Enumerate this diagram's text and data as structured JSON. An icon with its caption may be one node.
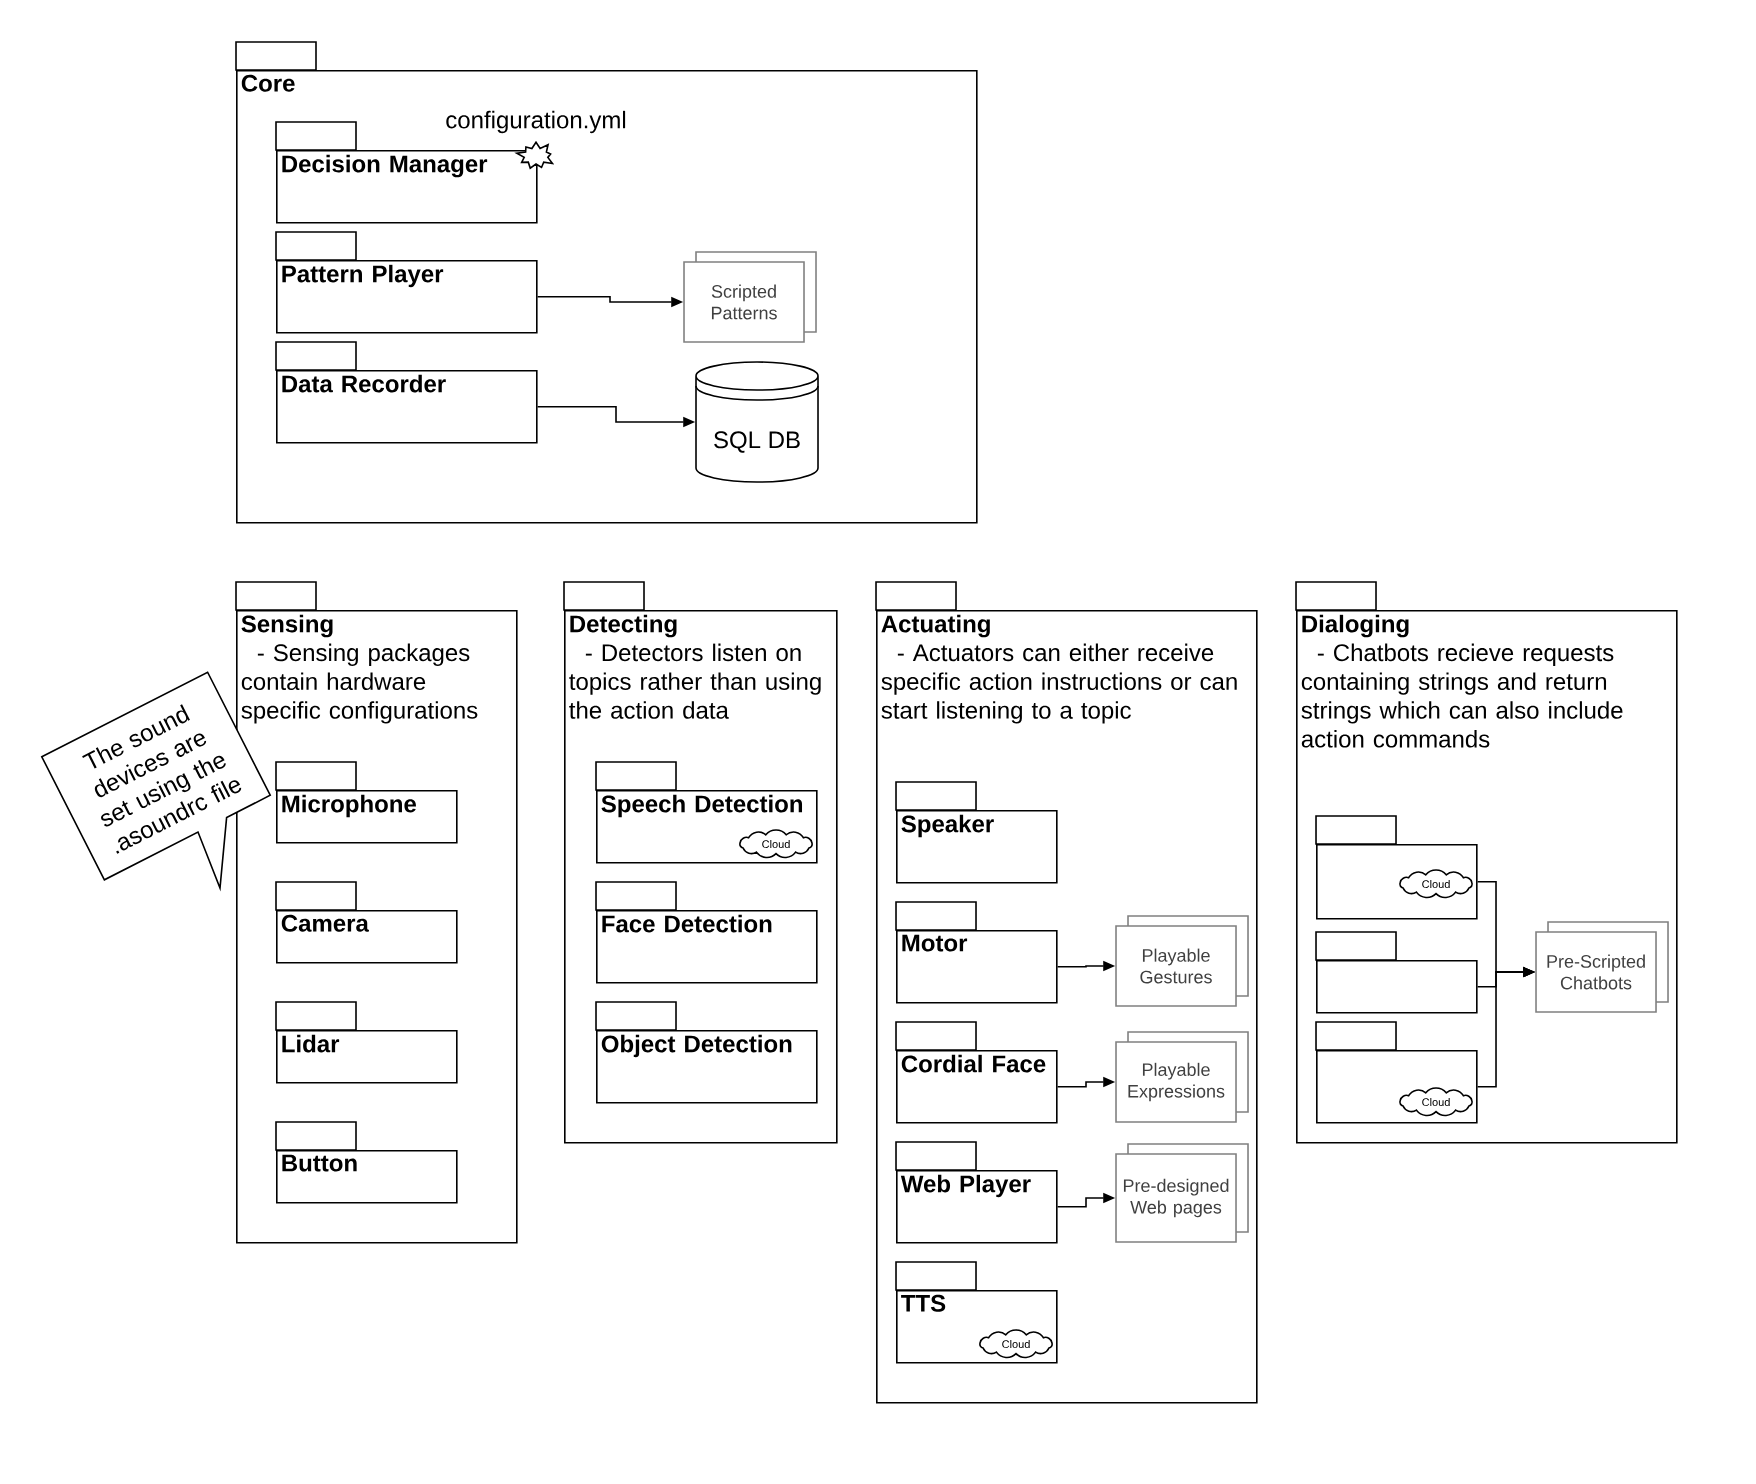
{
  "diagram": {
    "nodes": [
      {
        "text": [
          "Core"
        ]
      },
      {
        "text": [
          "Decision Manager"
        ],
        "in": 0
      },
      {
        "text": [],
        "shape": "starburst",
        "in": 0,
        "beside": [
          "configuration.yml"
        ]
      },
      {
        "text": [
          "Pattern Player"
        ],
        "in": 0
      },
      {
        "text": [
          "Scripted Patterns"
        ],
        "in": 0
      },
      {
        "text": [
          "Data Recorder"
        ],
        "in": 0
      },
      {
        "text": [
          "SQL DB"
        ],
        "in": 0
      },
      {
        "text": [
          "Sensing",
          "- Sensing packages contain hardware specific configurations"
        ]
      },
      {
        "text": [
          "The sound devices are set using the .asoundrc file"
        ]
      },
      {
        "text": [
          "Microphone"
        ],
        "in": 7
      },
      {
        "text": [
          "Camera"
        ],
        "in": 7
      },
      {
        "text": [
          "Lidar"
        ],
        "in": 7
      },
      {
        "text": [
          "Button"
        ],
        "in": 7
      },
      {
        "text": [
          "Detecting",
          "- Detectors listen on topics rather than using the action data"
        ]
      },
      {
        "text": [
          "Speech Detection"
        ],
        "in": 13
      },
      {
        "text": [
          "Cloud"
        ],
        "in": 14
      },
      {
        "text": [
          "Face Detection"
        ],
        "in": 13
      },
      {
        "text": [
          "Object Detection"
        ],
        "in": 13
      },
      {
        "text": [
          "Actuating",
          "- Actuators can either receive specific action instructions or can start listening to a topic"
        ]
      },
      {
        "text": [
          "Speaker"
        ],
        "in": 18
      },
      {
        "text": [
          "Motor"
        ],
        "in": 18
      },
      {
        "text": [
          "Playable Gestures"
        ],
        "in": 18
      },
      {
        "text": [
          "Cordial Face"
        ],
        "in": 18
      },
      {
        "text": [
          "Playable Expressions"
        ],
        "in": 18
      },
      {
        "text": [
          "Web Player"
        ],
        "in": 18
      },
      {
        "text": [
          "Pre-designed Web pages"
        ],
        "in": 18
      },
      {
        "text": [
          "TTS"
        ],
        "in": 18
      },
      {
        "text": [
          "Cloud"
        ],
        "in": 26
      },
      {
        "text": [
          "Dialoging",
          "- Chatbots recieve requests containing strings and return strings which can also include action commands"
        ]
      },
      {
        "text": [],
        "shape": "box",
        "in": 28
      },
      {
        "text": [
          "Cloud"
        ],
        "in": 29
      },
      {
        "text": [],
        "shape": "box",
        "in": 28
      },
      {
        "text": [],
        "shape": "box",
        "in": 28
      },
      {
        "text": [
          "Cloud"
        ],
        "in": 32
      },
      {
        "text": [
          "Pre-Scripted Chatbots"
        ],
        "in": 28
      }
    ],
    "edges": [
      {
        "from": 3,
        "to": 4,
        "arrow": "to"
      },
      {
        "from": 5,
        "to": 6,
        "arrow": "to"
      },
      {
        "from": 20,
        "to": 21,
        "arrow": "to"
      },
      {
        "from": 22,
        "to": 23,
        "arrow": "to"
      },
      {
        "from": 24,
        "to": 25,
        "arrow": "to"
      },
      {
        "from": 29,
        "to": 34,
        "arrow": "to"
      },
      {
        "from": 31,
        "to": 34,
        "arrow": "to"
      },
      {
        "from": 32,
        "to": 34,
        "arrow": "to"
      }
    ]
  }
}
